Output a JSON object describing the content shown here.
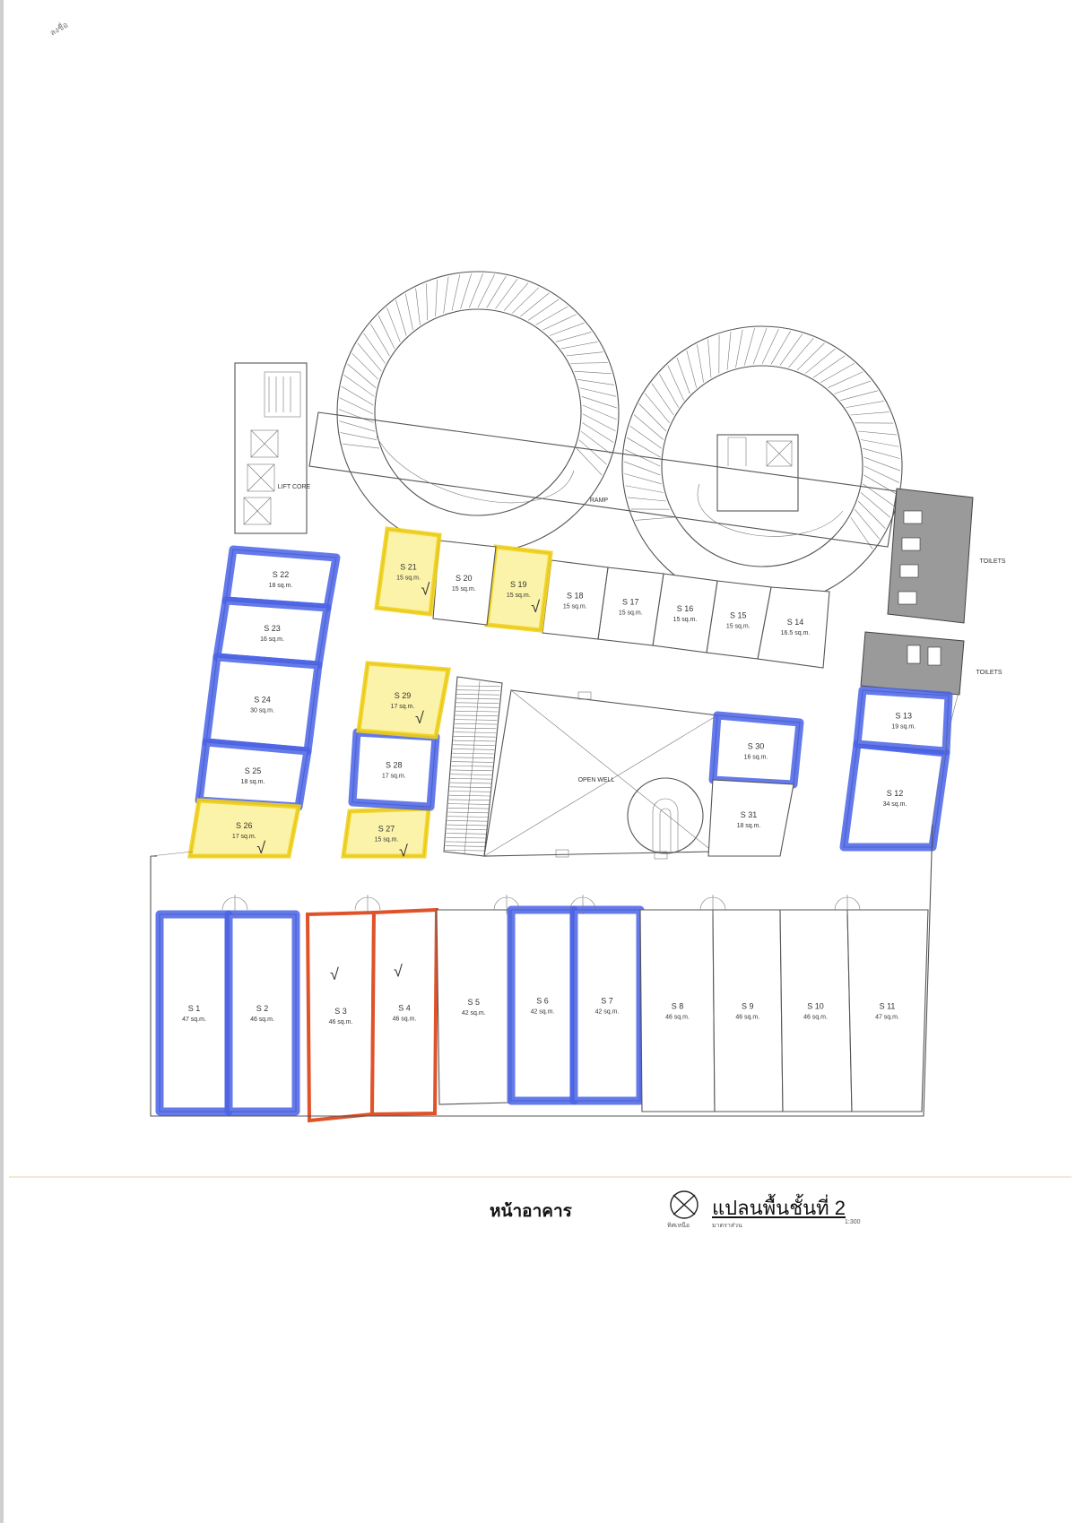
{
  "plan": {
    "front_label": "หน้าอาคาร",
    "title": "แปลนพื้นชั้นที่  2",
    "scale": "1:300",
    "north_note": "ทิศเหนือ",
    "sub_note": "มาตราส่วน",
    "scribble": "ลงชื่อ"
  },
  "areas": {
    "ramp": "RAMP",
    "lift_core": "LIFT CORE",
    "open_well": "OPEN WELL",
    "toilets_top": "TOILETS",
    "toilets_bottom": "TOILETS"
  },
  "units": [
    {
      "id": "S 1",
      "area": "47 sq.m.",
      "status": "blue"
    },
    {
      "id": "S 2",
      "area": "46 sq.m.",
      "status": "blue"
    },
    {
      "id": "S 3",
      "area": "46 sq.m.",
      "status": "red",
      "check": true
    },
    {
      "id": "S 4",
      "area": "46 sq.m.",
      "status": "red",
      "check": true
    },
    {
      "id": "S 5",
      "area": "42 sq.m.",
      "status": "none"
    },
    {
      "id": "S 6",
      "area": "42 sq.m.",
      "status": "blue"
    },
    {
      "id": "S 7",
      "area": "42 sq.m.",
      "status": "blue"
    },
    {
      "id": "S 8",
      "area": "46 sq.m.",
      "status": "none"
    },
    {
      "id": "S 9",
      "area": "46 sq.m.",
      "status": "none"
    },
    {
      "id": "S 10",
      "area": "46 sq.m.",
      "status": "none"
    },
    {
      "id": "S 11",
      "area": "47 sq.m.",
      "status": "none"
    },
    {
      "id": "S 12",
      "area": "34 sq.m.",
      "status": "blue"
    },
    {
      "id": "S 13",
      "area": "19 sq.m.",
      "status": "blue"
    },
    {
      "id": "S 14",
      "area": "16.5 sq.m.",
      "status": "none"
    },
    {
      "id": "S 15",
      "area": "15 sq.m.",
      "status": "none"
    },
    {
      "id": "S 16",
      "area": "15 sq.m.",
      "status": "none"
    },
    {
      "id": "S 17",
      "area": "15 sq.m.",
      "status": "none"
    },
    {
      "id": "S 18",
      "area": "15 sq.m.",
      "status": "none"
    },
    {
      "id": "S 19",
      "area": "15 sq.m.",
      "status": "yellow",
      "check": true
    },
    {
      "id": "S 20",
      "area": "15 sq.m.",
      "status": "none"
    },
    {
      "id": "S 21",
      "area": "15 sq.m.",
      "status": "yellow",
      "check": true
    },
    {
      "id": "S 22",
      "area": "18 sq.m.",
      "status": "blue"
    },
    {
      "id": "S 23",
      "area": "16 sq.m.",
      "status": "blue"
    },
    {
      "id": "S 24",
      "area": "30 sq.m.",
      "status": "blue"
    },
    {
      "id": "S 25",
      "area": "18 sq.m.",
      "status": "blue"
    },
    {
      "id": "S 26",
      "area": "17 sq.m.",
      "status": "yellow",
      "check": true
    },
    {
      "id": "S 27",
      "area": "15 sq.m.",
      "status": "yellow",
      "check": true
    },
    {
      "id": "S 28",
      "area": "17 sq.m.",
      "status": "blue"
    },
    {
      "id": "S 29",
      "area": "17 sq.m.",
      "status": "yellow",
      "check": true
    },
    {
      "id": "S 30",
      "area": "16 sq.m.",
      "status": "blue"
    },
    {
      "id": "S 31",
      "area": "18 sq.m.",
      "status": "none"
    }
  ],
  "check_mark": "√",
  "colors": {
    "blue": "#4a63e6",
    "yellow": "#f2d21b",
    "yellow_fill": "#fbf3a9",
    "red": "#e0522a",
    "hatch": "#666666"
  }
}
